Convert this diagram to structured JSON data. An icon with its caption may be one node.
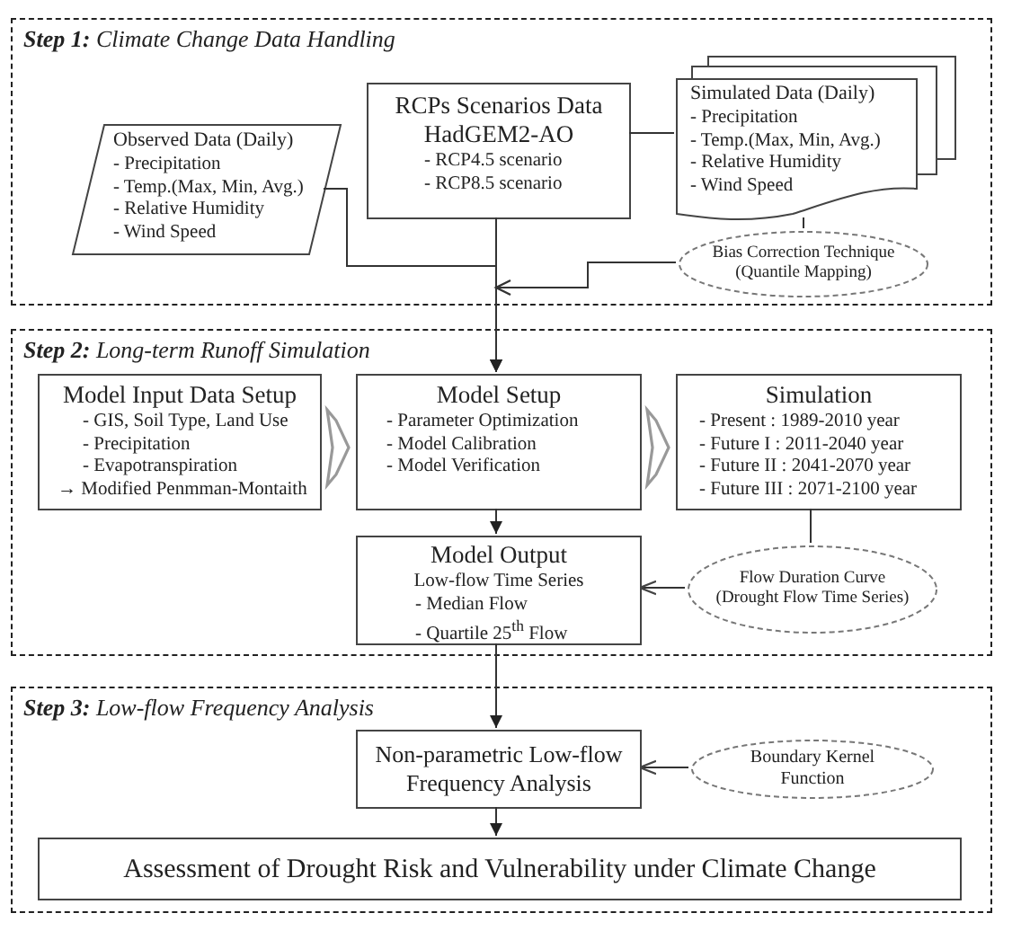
{
  "diagram": {
    "nodes": [
      {
        "text": [
          "**Step 1:** Climate Change Data Handling"
        ]
      },
      {
        "text": [
          "Observed Data (Daily)",
          "- Precipitation",
          "- Temp.(Max, Min, Avg.)",
          "- Relative Humidity",
          "- Wind Speed"
        ],
        "in": 0
      },
      {
        "text": [
          "RCPs Scenarios Data HadGEM2-AO",
          "- RCP4.5 scenario",
          "- RCP8.5 scenario"
        ],
        "in": 0
      },
      {
        "text": [
          "Simulated Data (Daily)",
          "- Precipitation",
          "- Temp.(Max, Min, Avg.)",
          "- Relative Humidity",
          "- Wind Speed"
        ],
        "in": 0
      },
      {
        "text": [
          "Bias Correction Technique (Quantile Mapping)"
        ],
        "in": 0
      },
      {
        "text": [
          "**Step 2:** Long-term Runoff Simulation"
        ]
      },
      {
        "text": [
          "Model Input Data Setup",
          "- GIS, Soil Type, Land Use",
          "- Precipitation",
          "- Evapotranspiration",
          "→ Modified Penmman-Montaith"
        ],
        "in": 5
      },
      {
        "text": [
          "Model Setup",
          "- Parameter Optimization",
          "- Model Calibration",
          "- Model Verification"
        ],
        "in": 5
      },
      {
        "text": [
          "Simulation",
          "- Present : 1989-2010 year",
          "- Future I : 2011-2040 year",
          "- Future II : 2041-2070 year",
          "- Future III : 2071-2100 year"
        ],
        "in": 5
      },
      {
        "text": [
          "Model Output",
          "Low-flow Time Series",
          "- Median Flow",
          "- Quartile 25$^{th}$ Flow"
        ],
        "in": 5
      },
      {
        "text": [
          "Flow Duration Curve (Drought Flow Time Series)"
        ],
        "in": 5
      },
      {
        "text": [
          "**Step 3:** Low-flow Frequency Analysis"
        ]
      },
      {
        "text": [
          "Non-parametric Low-flow Frequency Analysis"
        ],
        "in": 11
      },
      {
        "text": [
          "Boundary Kernel Function"
        ],
        "in": 11
      },
      {
        "text": [
          "Assessment of Drought Risk and Vulnerability under Climate Change"
        ],
        "in": 11
      }
    ],
    "edges": [
      {
        "from": 2,
        "to": 3,
        "arrow": "none"
      },
      {
        "from": 3,
        "to": 4,
        "arrow": "none"
      },
      {
        "from": 1,
        "to": 7,
        "arrow": "to"
      },
      {
        "from": 2,
        "to": 7,
        "arrow": "to"
      },
      {
        "from": 4,
        "to": 7,
        "arrow": "to"
      },
      {
        "from": 6,
        "to": 7,
        "arrow": "to"
      },
      {
        "from": 7,
        "to": 8,
        "arrow": "to"
      },
      {
        "from": 7,
        "to": 9,
        "arrow": "to"
      },
      {
        "from": 8,
        "to": 10,
        "arrow": "none"
      },
      {
        "from": 10,
        "to": 9,
        "arrow": "to"
      },
      {
        "from": 9,
        "to": 12,
        "arrow": "to"
      },
      {
        "from": 13,
        "to": 12,
        "arrow": "to"
      },
      {
        "from": 12,
        "to": 14,
        "arrow": "to"
      }
    ]
  }
}
